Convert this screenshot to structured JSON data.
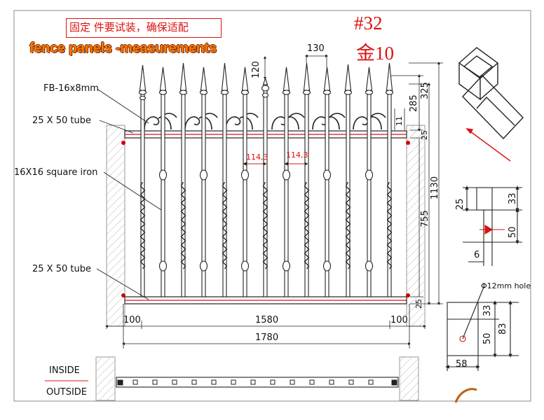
{
  "notes": {
    "chinese_note": "固定 件要试装，确保适配",
    "title": "fence panels -measurements",
    "model_number": "#32",
    "model_sub": "金10"
  },
  "callouts": {
    "fb": "FB-16x8mm",
    "top_tube": "25 X 50 tube",
    "square_iron": "16X16 square iron",
    "bottom_tube": "25 X 50 tube"
  },
  "dimensions": {
    "top_spacing": "130",
    "spike_height": "120",
    "d325": "325",
    "d285": "285",
    "d11": "11",
    "d25_top": "25",
    "d1130": "1130",
    "d755": "755",
    "d25_bottom": "25",
    "pitch_a": "114,3",
    "pitch_b": "114,3",
    "left_post": "100",
    "span": "1580",
    "right_post": "100",
    "overall": "1780"
  },
  "details": {
    "d25": "25",
    "d33": "33",
    "d50": "50",
    "d6": "6",
    "hole_note": "Φ12mm hole",
    "d33b": "33",
    "d50b": "50",
    "d83": "83",
    "d58": "58"
  },
  "plan": {
    "inside": "INSIDE",
    "outside": "OUTSIDE"
  }
}
